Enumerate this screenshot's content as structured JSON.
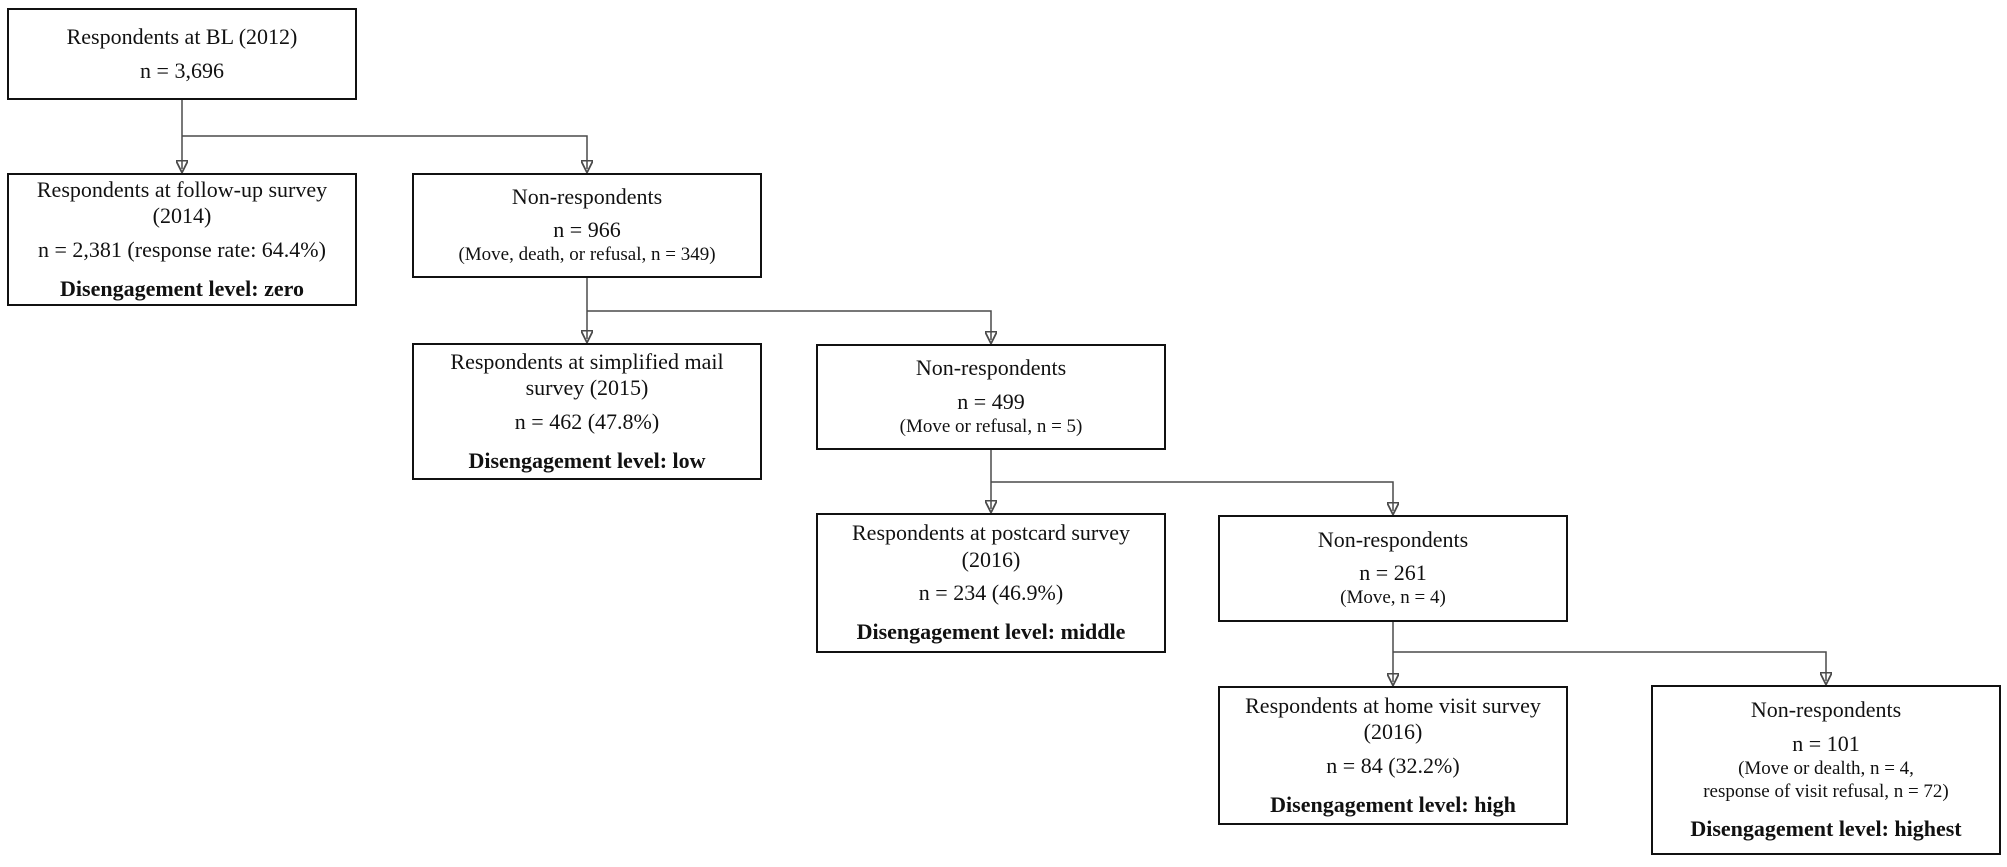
{
  "figure": {
    "type": "flowchart",
    "background_color": "#ffffff",
    "box_border_color": "#111111",
    "connector_color": "#4a4a4a",
    "boxes": [
      {
        "name": "baseline-2012",
        "title": "Respondents at BL (2012)",
        "n_line": "n = 3,696"
      },
      {
        "name": "followup-2014",
        "title": "Respondents at follow-up survey\n(2014)",
        "n_line": "n = 2,381 (response rate: 64.4%)",
        "level": "Disengagement level: zero"
      },
      {
        "name": "nonrespondents-2014",
        "title": "Non-respondents",
        "n_line": "n = 966",
        "detail": "(Move, death, or refusal, n = 349)"
      },
      {
        "name": "mail-2015",
        "title": "Respondents at simplified mail\nsurvey (2015)",
        "n_line": "n = 462 (47.8%)",
        "level": "Disengagement level: low"
      },
      {
        "name": "nonrespondents-2015",
        "title": "Non-respondents",
        "n_line": "n = 499",
        "detail": "(Move or refusal, n = 5)"
      },
      {
        "name": "postcard-2016",
        "title": "Respondents at postcard survey\n(2016)",
        "n_line": "n = 234 (46.9%)",
        "level": "Disengagement level: middle"
      },
      {
        "name": "nonrespondents-2016",
        "title": "Non-respondents",
        "n_line": "n = 261",
        "detail": "(Move, n = 4)"
      },
      {
        "name": "homevisit-2016",
        "title": "Respondents at home visit survey\n(2016)",
        "n_line": "n = 84 (32.2%)",
        "level": "Disengagement level: high"
      },
      {
        "name": "nonrespondents-homevisit",
        "title": "Non-respondents",
        "n_line": "n = 101",
        "detail": "(Move or dealth, n = 4,\nresponse of visit refusal, n = 72)",
        "level": "Disengagement level: highest"
      }
    ]
  }
}
